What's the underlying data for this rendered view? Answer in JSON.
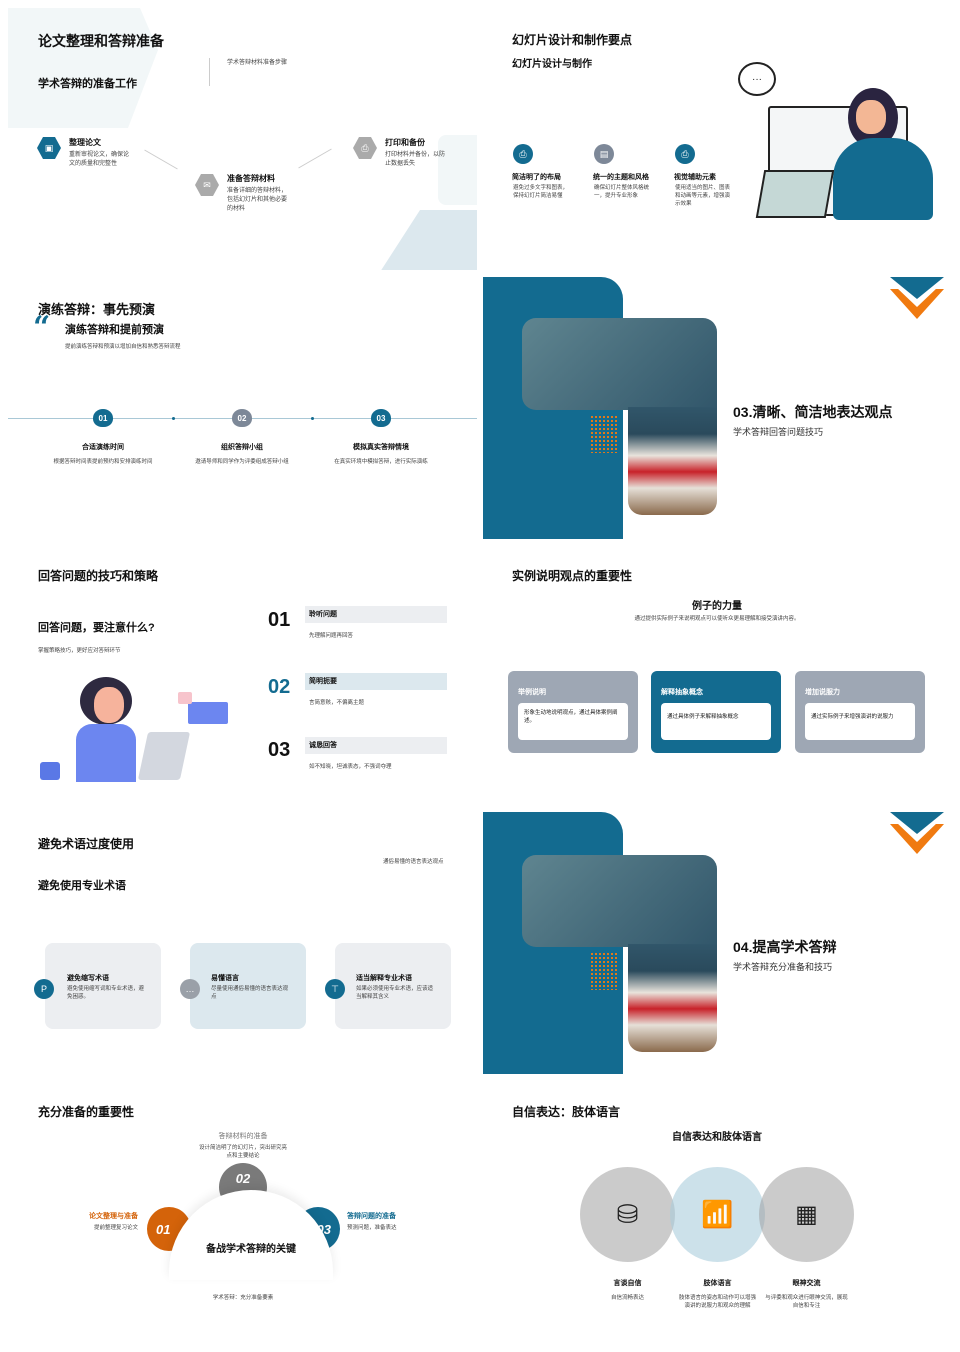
{
  "colors": {
    "primary": "#136b90",
    "grey": "#9aa3b0",
    "orange": "#e06a10",
    "light": "#dce8ee"
  },
  "s1": {
    "title": "论文整理和答辩准备",
    "subtitle": "学术答辩的准备工作",
    "note": "学术答辩材料准备步骤",
    "steps": [
      {
        "title": "整理论文",
        "desc": "重新审视论文，确保论文的质量和完整性",
        "icon": "image-icon"
      },
      {
        "title": "准备答辩材料",
        "desc": "准备详细的答辩材料，包括幻灯片和其他必要的材料",
        "icon": "mail-icon"
      },
      {
        "title": "打印和备份",
        "desc": "打印材料并备份，以防止数据丢失",
        "icon": "printer-icon"
      }
    ]
  },
  "s2": {
    "title": "幻灯片设计和制作要点",
    "subtitle": "幻灯片设计与制作",
    "items": [
      {
        "title": "简洁明了的布局",
        "desc": "避免过多文字和图表，保持幻灯片简洁易懂"
      },
      {
        "title": "统一的主题和风格",
        "desc": "确保幻灯片整体风格统一，提升专业形象"
      },
      {
        "title": "视觉辅助元素",
        "desc": "使用适当的图片、图表和动画等元素，增强演示效果"
      }
    ]
  },
  "s3": {
    "title": "演练答辩：事先预演",
    "subtitle": "演练答辩和提前预演",
    "desc": "提前演练答辩和预演以增加自信和熟悉答辩流程",
    "steps": [
      {
        "num": "01",
        "title": "合适演练时间",
        "desc": "根据答辩时间表提前预约和安排演练时间"
      },
      {
        "num": "02",
        "title": "组织答辩小组",
        "desc": "邀请导师和同学作为评委组成答辩小组"
      },
      {
        "num": "03",
        "title": "模拟真实答辩情境",
        "desc": "在真实环境中模拟答辩，进行实际演练"
      }
    ]
  },
  "s4": {
    "title": "03.清晰、简洁地表达观点",
    "subtitle": "学术答辩回答问题技巧"
  },
  "s5": {
    "title": "回答问题的技巧和策略",
    "question": "回答问题，要注意什么?",
    "desc": "掌握策略技巧，更好应对答辩环节",
    "items": [
      {
        "num": "01",
        "title": "聆听问题",
        "desc": "先理解问题再回答"
      },
      {
        "num": "02",
        "title": "简明扼要",
        "desc": "言简意赅，不偏离主题"
      },
      {
        "num": "03",
        "title": "诚恳回答",
        "desc": "如不知晓，坦诚表态，不强词夺理"
      }
    ]
  },
  "s6": {
    "title": "实例说明观点的重要性",
    "heading": "例子的力量",
    "desc": "通过提供实际例子来说明观点可以使听众更易理解和接受演讲内容。",
    "cards": [
      {
        "title": "举例说明",
        "desc": "形象生动地说明观点，通过具体案例阐述。"
      },
      {
        "title": "解释抽象概念",
        "desc": "通过具体例子来解释抽象概念"
      },
      {
        "title": "增加说服力",
        "desc": "通过实际例子来增强演讲的说服力"
      }
    ]
  },
  "s7": {
    "title": "避免术语过度使用",
    "subtitle": "避免使用专业术语",
    "note": "通俗易懂的语言表达观点",
    "cards": [
      {
        "title": "避免缩写术语",
        "desc": "避免使用缩写词和专业术语，避免困惑。"
      },
      {
        "title": "易懂语言",
        "desc": "尽量使用通俗易懂的语言表达观点"
      },
      {
        "title": "适当解释专业术语",
        "desc": "如果必须使用专业术语，应该适当解释其含义"
      }
    ]
  },
  "s8": {
    "title": "04.提高学术答辩",
    "subtitle": "学术答辩充分准备和技巧"
  },
  "s9": {
    "title": "充分准备的重要性",
    "center": "备战学术答辩的关键",
    "footer": "学术答辩：充分准备要素",
    "items": [
      {
        "num": "01",
        "title": "论文整理与准备",
        "desc": "提前整理复习论文"
      },
      {
        "num": "02",
        "title": "答辩材料的准备",
        "desc": "设计简洁明了的幻灯片，突出研究亮点和主要结论"
      },
      {
        "num": "03",
        "title": "答辩问题的准备",
        "desc": "预测问题，准备表达"
      }
    ]
  },
  "s10": {
    "title": "自信表达：肢体语言",
    "subtitle": "自信表达和肢体语言",
    "items": [
      {
        "title": "言谈自信",
        "desc": "自信流畅表达"
      },
      {
        "title": "肢体语言",
        "desc": "肢体语言的姿态和动作可以增强演讲的说服力和观众的理解"
      },
      {
        "title": "眼神交流",
        "desc": "与评委和观众进行眼神交流，展现自信和专注"
      }
    ]
  }
}
